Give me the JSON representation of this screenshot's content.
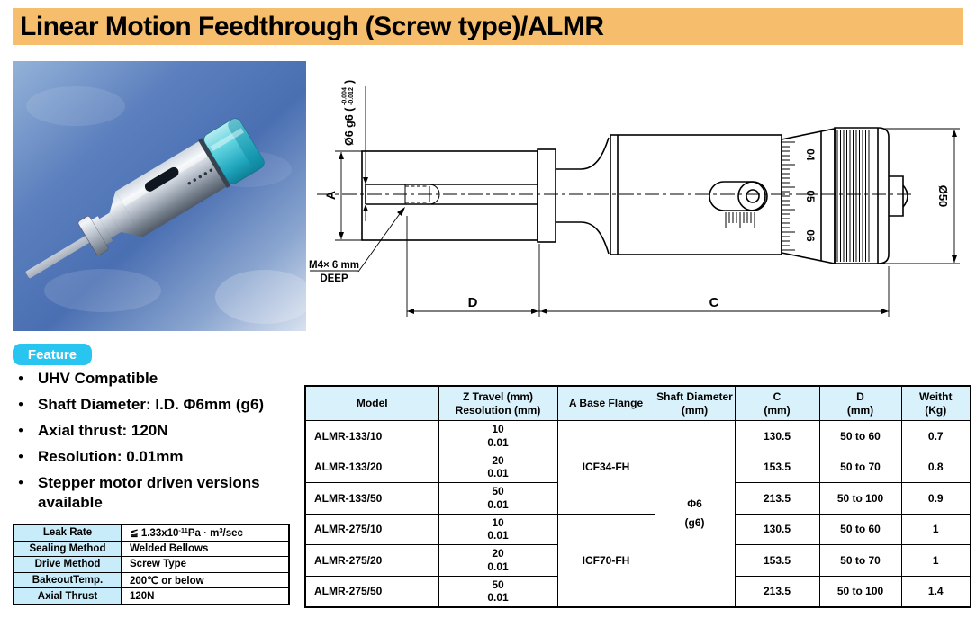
{
  "title": "Linear Motion Feedthrough (Screw type)/ALMR",
  "feature": {
    "badge": "Feature",
    "items": [
      "UHV Compatible",
      "Shaft Diameter: I.D. Φ6mm (g6)",
      "Axial thrust: 120N",
      "Resolution: 0.01mm",
      "Stepper motor driven versions available"
    ]
  },
  "props_table": {
    "rows": [
      {
        "label": "Leak Rate"
      },
      {
        "label": "Sealing Method",
        "value": "Welded Bellows"
      },
      {
        "label": "Drive Method",
        "value": "Screw Type"
      },
      {
        "label": "BakeoutTemp.",
        "value": "200℃ or below"
      },
      {
        "label": "Axial Thrust",
        "value": "120N"
      }
    ],
    "leak_parts": {
      "p1": "≦ 1.33x10",
      "sup1": "-11",
      "p2": "Pa · m",
      "sup2": "3",
      "p3": "/sec"
    }
  },
  "spec_table": {
    "headers": {
      "model": "Model",
      "z_travel": "Z Travel (mm)",
      "z_resolution": "Resolution (mm)",
      "flange": "A Base Flange",
      "shaft1": "Shaft Diameter",
      "shaft2": "(mm)",
      "c1": "C",
      "c2": "(mm)",
      "d1": "D",
      "d2": "(mm)",
      "w1": "Weitht",
      "w2": "(Kg)"
    },
    "flange_groups": [
      "ICF34-FH",
      "ICF70-FH"
    ],
    "shaft_diameter": {
      "line1": "Φ6",
      "line2": "(g6)"
    },
    "rows": [
      {
        "model": "ALMR-133/10",
        "travel": "10",
        "resolution": "0.01",
        "c": "130.5",
        "d": "50 to 60",
        "weight": "0.7"
      },
      {
        "model": "ALMR-133/20",
        "travel": "20",
        "resolution": "0.01",
        "c": "153.5",
        "d": "50 to 70",
        "weight": "0.8"
      },
      {
        "model": "ALMR-133/50",
        "travel": "50",
        "resolution": "0.01",
        "c": "213.5",
        "d": "50 to 100",
        "weight": "0.9"
      },
      {
        "model": "ALMR-275/10",
        "travel": "10",
        "resolution": "0.01",
        "c": "130.5",
        "d": "50 to 60",
        "weight": "1"
      },
      {
        "model": "ALMR-275/20",
        "travel": "20",
        "resolution": "0.01",
        "c": "153.5",
        "d": "50 to 70",
        "weight": "1"
      },
      {
        "model": "ALMR-275/50",
        "travel": "50",
        "resolution": "0.01",
        "c": "213.5",
        "d": "50 to 100",
        "weight": "1.4"
      }
    ]
  },
  "drawing": {
    "labels": {
      "dim_a": "A",
      "dim_d": "D",
      "dim_c": "C",
      "dia_head": "Ø50",
      "dia_prefix": "Ø6 g6 (",
      "tol_top": "-0.004",
      "tol_bottom": "-0.012",
      "dia_suffix": ")",
      "tap_line1": "M4× 6 mm",
      "tap_line2": "DEEP",
      "scale": [
        "04",
        "05",
        "06"
      ]
    }
  },
  "colors": {
    "title_bar_bg": "#F6BE6C",
    "feature_badge_bg": "#29C5F1",
    "table_header_bg": "#D9F1FB",
    "props_label_bg": "#C9ECFA"
  }
}
